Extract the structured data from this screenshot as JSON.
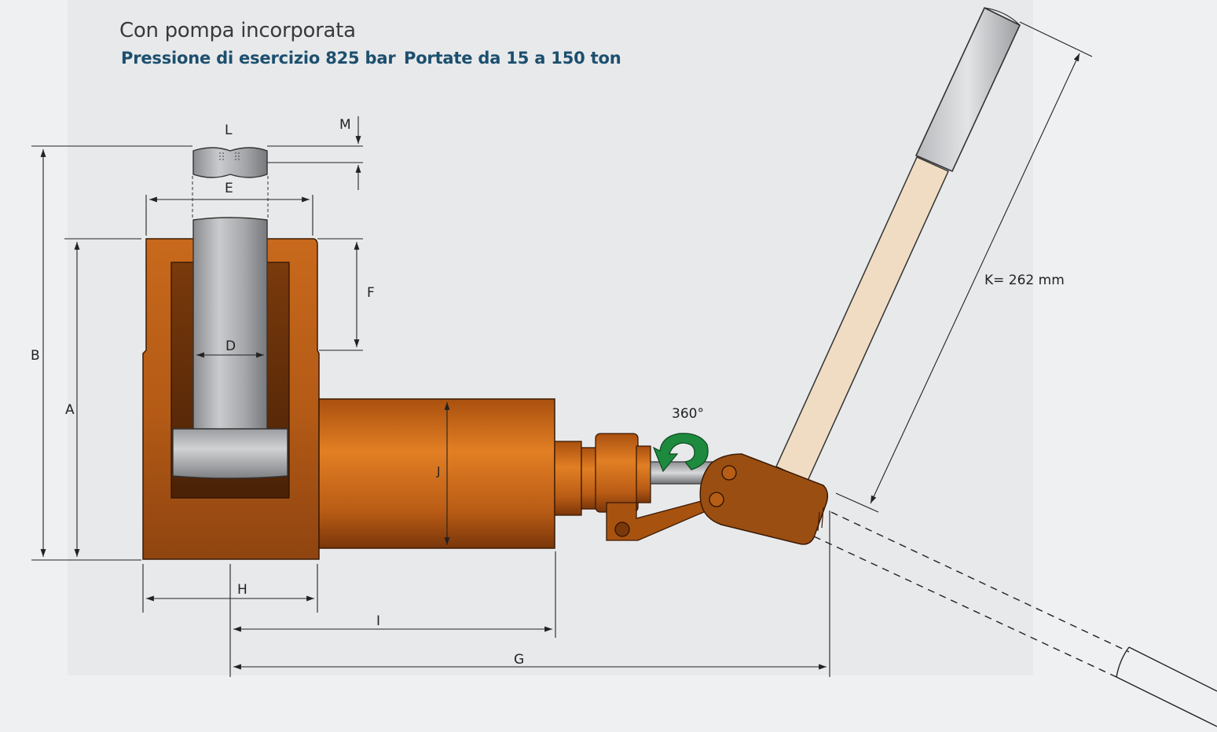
{
  "header": {
    "title": "Con pompa incorporata",
    "subtitle_pressure": "Pressione di esercizio 825 bar",
    "subtitle_capacity": "Portate da 15 a 150 ton"
  },
  "dimensions": {
    "A": "A",
    "B": "B",
    "D": "D",
    "E": "E",
    "F": "F",
    "G": "G",
    "H": "H",
    "I": "I",
    "J": "J",
    "L": "L",
    "M": "M",
    "K": "K= 262 mm"
  },
  "rotation_label": "360°",
  "colors": {
    "body": "#b65e16",
    "piston": "#a8aaad",
    "arrow": "#1e8a3e",
    "handle": "#efdcc2",
    "title_blue": "#1c4f6e"
  }
}
